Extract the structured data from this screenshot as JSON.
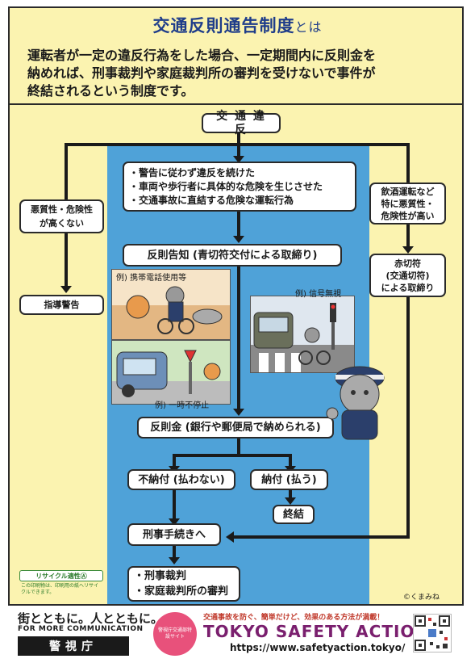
{
  "header": {
    "title": "交通反則通告制度",
    "title_suffix": "とは",
    "intro_lines": [
      "運転者が一定の違反行為をした場合、一定期間内に反則金を",
      "納めれば、刑事裁判や家庭裁判所の審判を受けないで事件が",
      "終結されるという制度です。"
    ]
  },
  "flow": {
    "top": "交 通 違 反",
    "conditions": [
      "・警告に従わず違反を続けた",
      "・車両や歩行者に具体的な危険を生じさせた",
      "・交通事故に直結する危険な運転行為"
    ],
    "left_condition": [
      "悪質性・危険性",
      "が高くない"
    ],
    "left_result": "指導警告",
    "right_condition": [
      "飲酒運転など",
      "特に悪質性・",
      "危険性が高い"
    ],
    "right_result": [
      "赤切符",
      "(交通切符)",
      "による取締り"
    ],
    "notice": "反則告知 (青切符交付による取締り)",
    "fine": "反則金 (銀行や郵便局で納められる)",
    "unpaid": "不納付 (払わない)",
    "paid": "納付 (払う)",
    "end": "終結",
    "criminal": "刑事手続きへ",
    "trials": [
      "・刑事裁判",
      "・家庭裁判所の審判"
    ]
  },
  "illustrations": {
    "ex1": "例) 携帯電話使用等",
    "ex2": "例) 信号無視",
    "ex3": "例) 一時不停止"
  },
  "credit": "©くまみね",
  "recycle": {
    "label": "リサイクル適性Ⓐ",
    "note": "この印刷物は、印刷用の紙へリサイクルできます。"
  },
  "footer": {
    "slogan": "街とともに。人とともに。",
    "slogan_en": "FOR MORE COMMUNICATION",
    "agency": "警視庁",
    "badge": "警視庁交通部特設サイト",
    "tagline": "交通事故を防ぐ、簡単だけど、効果のある方法が満載！",
    "brand": "TOKYO SAFETY ACTION",
    "url": "https://www.safetyaction.tokyo/"
  },
  "colors": {
    "header_bg": "#fbf3b0",
    "blue_panel": "#4fa2d8",
    "title": "#1f3d8a",
    "brand": "#7a1f6e"
  }
}
